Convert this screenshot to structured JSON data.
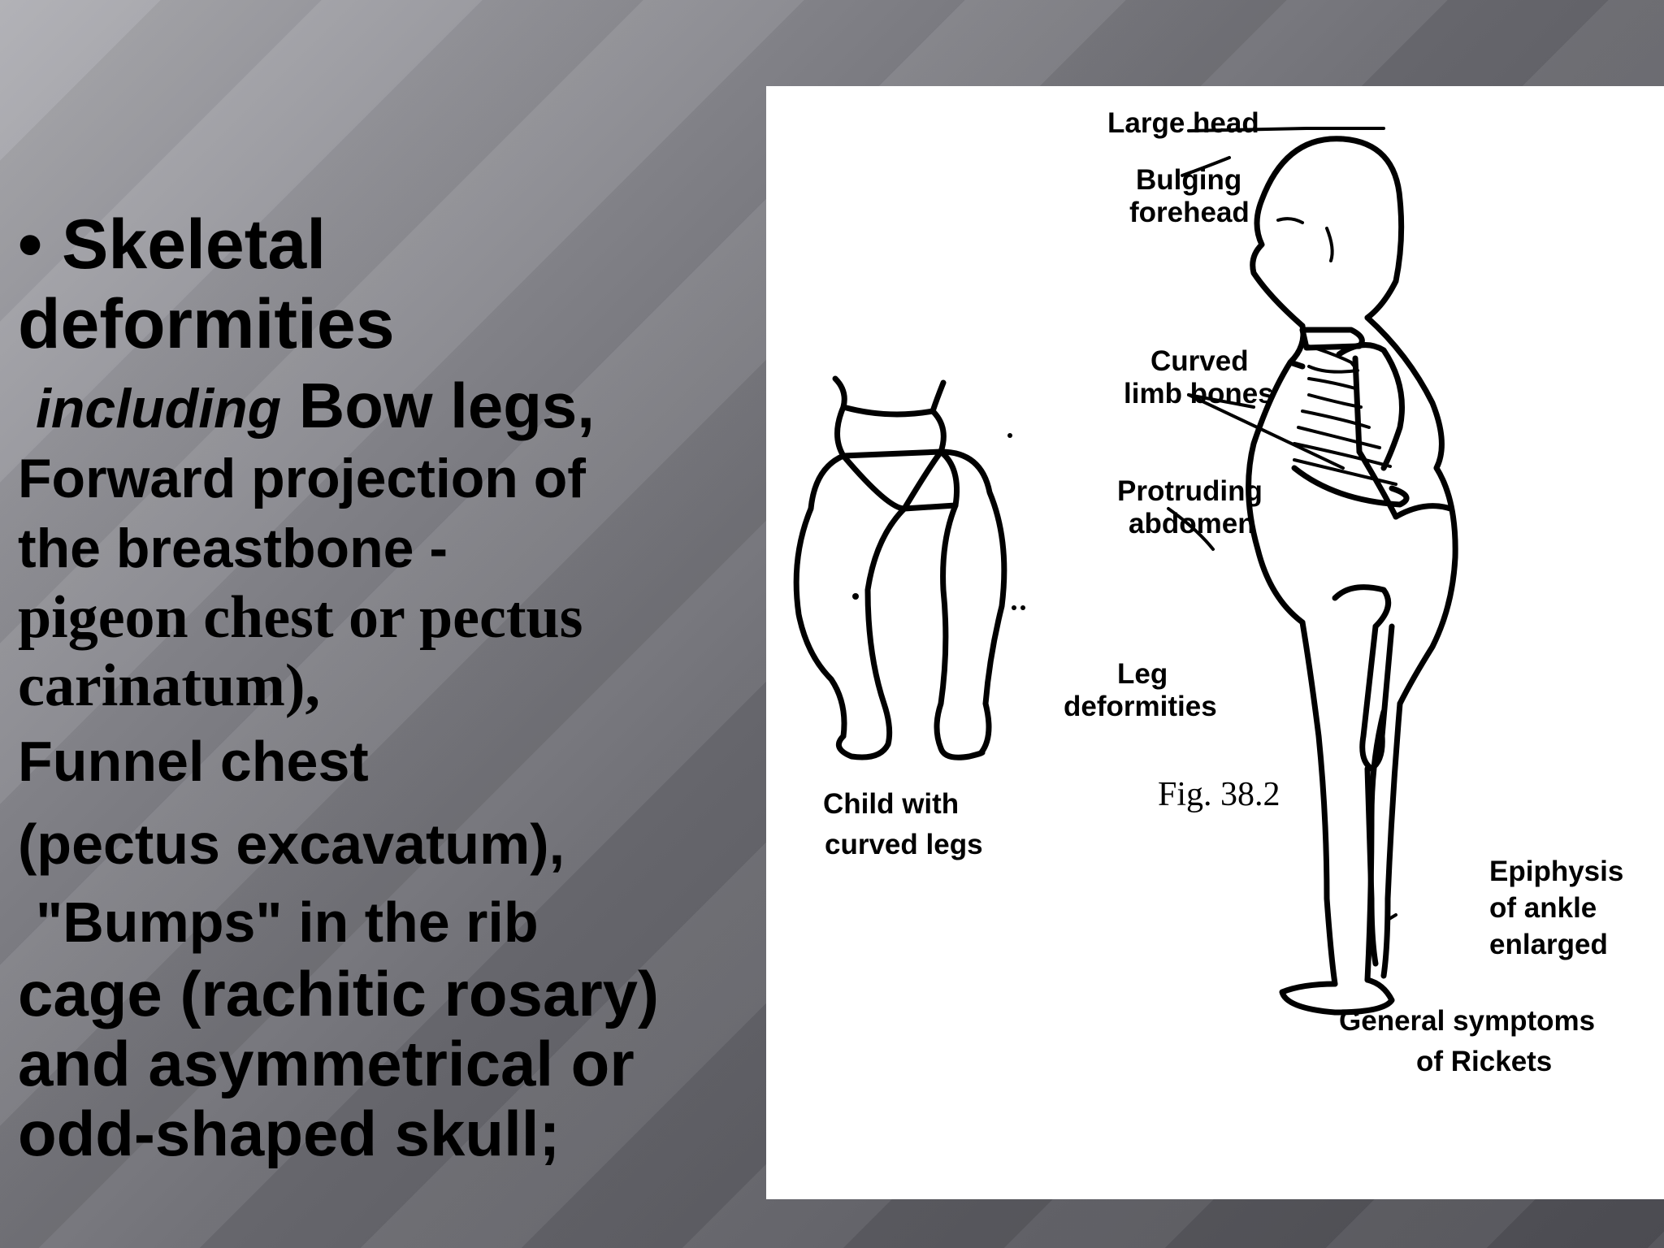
{
  "slide": {
    "lines": {
      "heading_1": "• Skeletal",
      "heading_2": "deformities",
      "including_italic": "including",
      "bow_legs": " Bow legs,",
      "forward": "Forward projection of",
      "breastbone": "the breastbone -",
      "pigeon": "pigeon chest or pectus",
      "carinatum": "carinatum),",
      "funnel": "Funnel chest",
      "excavatum": "(pectus excavatum),",
      "bumps": " \"Bumps\" in the rib",
      "cage": "cage (rachitic rosary)",
      "asym": "and asymmetrical or",
      "skull": "odd-shaped skull;"
    }
  },
  "figure": {
    "labels": {
      "large_head": "Large head",
      "bulging_1": "Bulging",
      "bulging_2": "forehead",
      "curved_1": "Curved",
      "curved_2": "limb bones",
      "protruding_1": "Protruding",
      "protruding_2": "abdomen",
      "leg_1": "Leg",
      "leg_2": "deformities",
      "child_1": "Child with",
      "child_2": "curved legs",
      "fig_caption": "Fig. 38.2",
      "epiphysis_1": "Epiphysis",
      "epiphysis_2": "of ankle",
      "epiphysis_3": "enlarged",
      "general_1": "General symptoms",
      "general_2": "of Rickets"
    }
  }
}
